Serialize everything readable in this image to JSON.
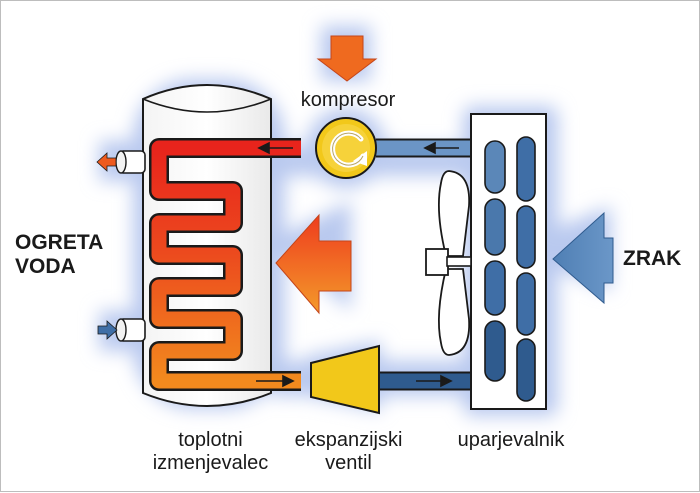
{
  "labels": {
    "compressor": "kompresor",
    "heated_water_line1": "OGRETA",
    "heated_water_line2": "VODA",
    "air": "ZRAK",
    "heat_exchanger_line1": "toplotni",
    "heat_exchanger_line2": "izmenjevalec",
    "expansion_valve_line1": "ekspanzijski",
    "expansion_valve_line2": "ventil",
    "evaporator": "uparjevalnik"
  },
  "colors": {
    "hot_red": "#e8241c",
    "warm_orange": "#f0801e",
    "pipe_blue": "#5b87b8",
    "pipe_dark_blue": "#2f5b8e",
    "valve_yellow": "#f2c81a",
    "glow": "#b9c9ef",
    "outline": "#1a1a1a"
  },
  "icons": {
    "compressor": "rotation-arrow-icon",
    "flow": "arrow-icon",
    "fan": "fan-icon"
  }
}
